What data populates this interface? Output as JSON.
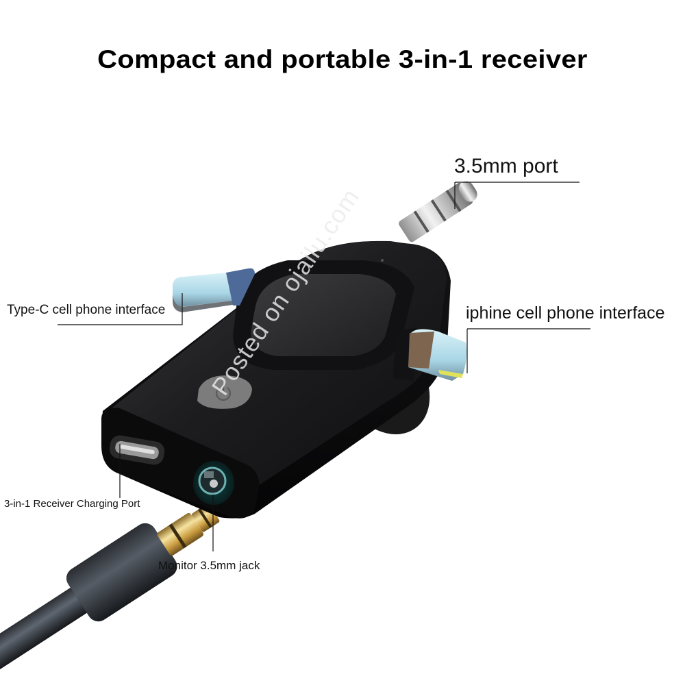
{
  "title": "Compact and portable 3-in-1 receiver",
  "callouts": {
    "port_35mm": "3.5mm port",
    "typec_interface": "Type-C cell phone interface",
    "iphone_interface": "iphine cell phone interface",
    "charging_port": "3-in-1 Receiver Charging Port",
    "monitor_jack": "Monitor 3.5mm jack"
  },
  "watermark": "Posted on ojailu.com",
  "icons": {
    "power_button": "power-icon"
  },
  "colors": {
    "background": "#ffffff",
    "device_body": "#1c1c1e",
    "screen": "#2b2b2d",
    "button": "#7a7a7a",
    "connector_blue": "#bfe3ee",
    "gold_plug": "#d9b55a",
    "text": "#111111"
  }
}
